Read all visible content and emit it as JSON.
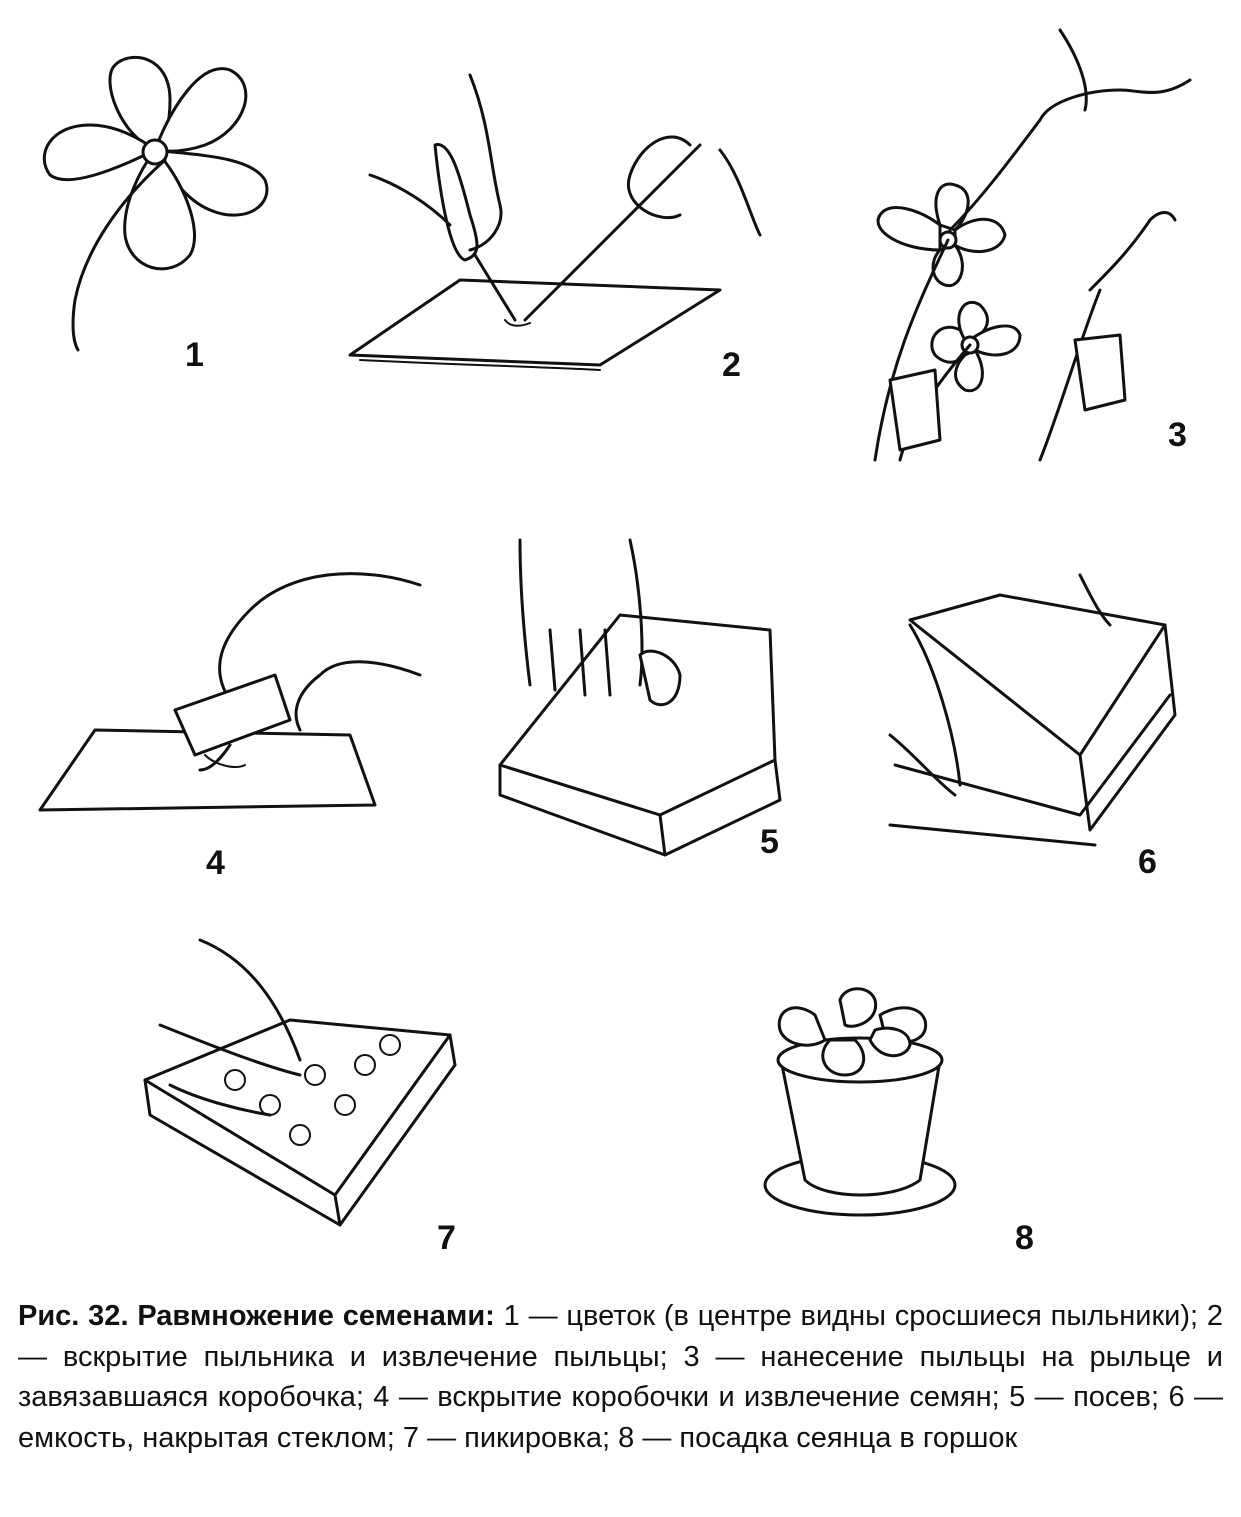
{
  "figure": {
    "panels": [
      {
        "id": "1",
        "label": "1"
      },
      {
        "id": "2",
        "label": "2"
      },
      {
        "id": "3",
        "label": "3"
      },
      {
        "id": "4",
        "label": "4"
      },
      {
        "id": "5",
        "label": "5"
      },
      {
        "id": "6",
        "label": "6"
      },
      {
        "id": "7",
        "label": "7"
      },
      {
        "id": "8",
        "label": "8"
      }
    ],
    "caption": {
      "lead": "Рис. 32. Равмножение семенами:",
      "text": " 1 — цветок (в центре видны сросшиеся пыльники); 2 — вскрытие пыльника и извлечение пыльцы; 3 — нанесение пыльцы на рыльце и завязавшаяся коробочка; 4 — вскрытие коробочки и извлечение семян; 5 — посев; 6 — емкость, накрытая стеклом; 7 — пикировка; 8 — посадка сеянца в горшок"
    }
  }
}
